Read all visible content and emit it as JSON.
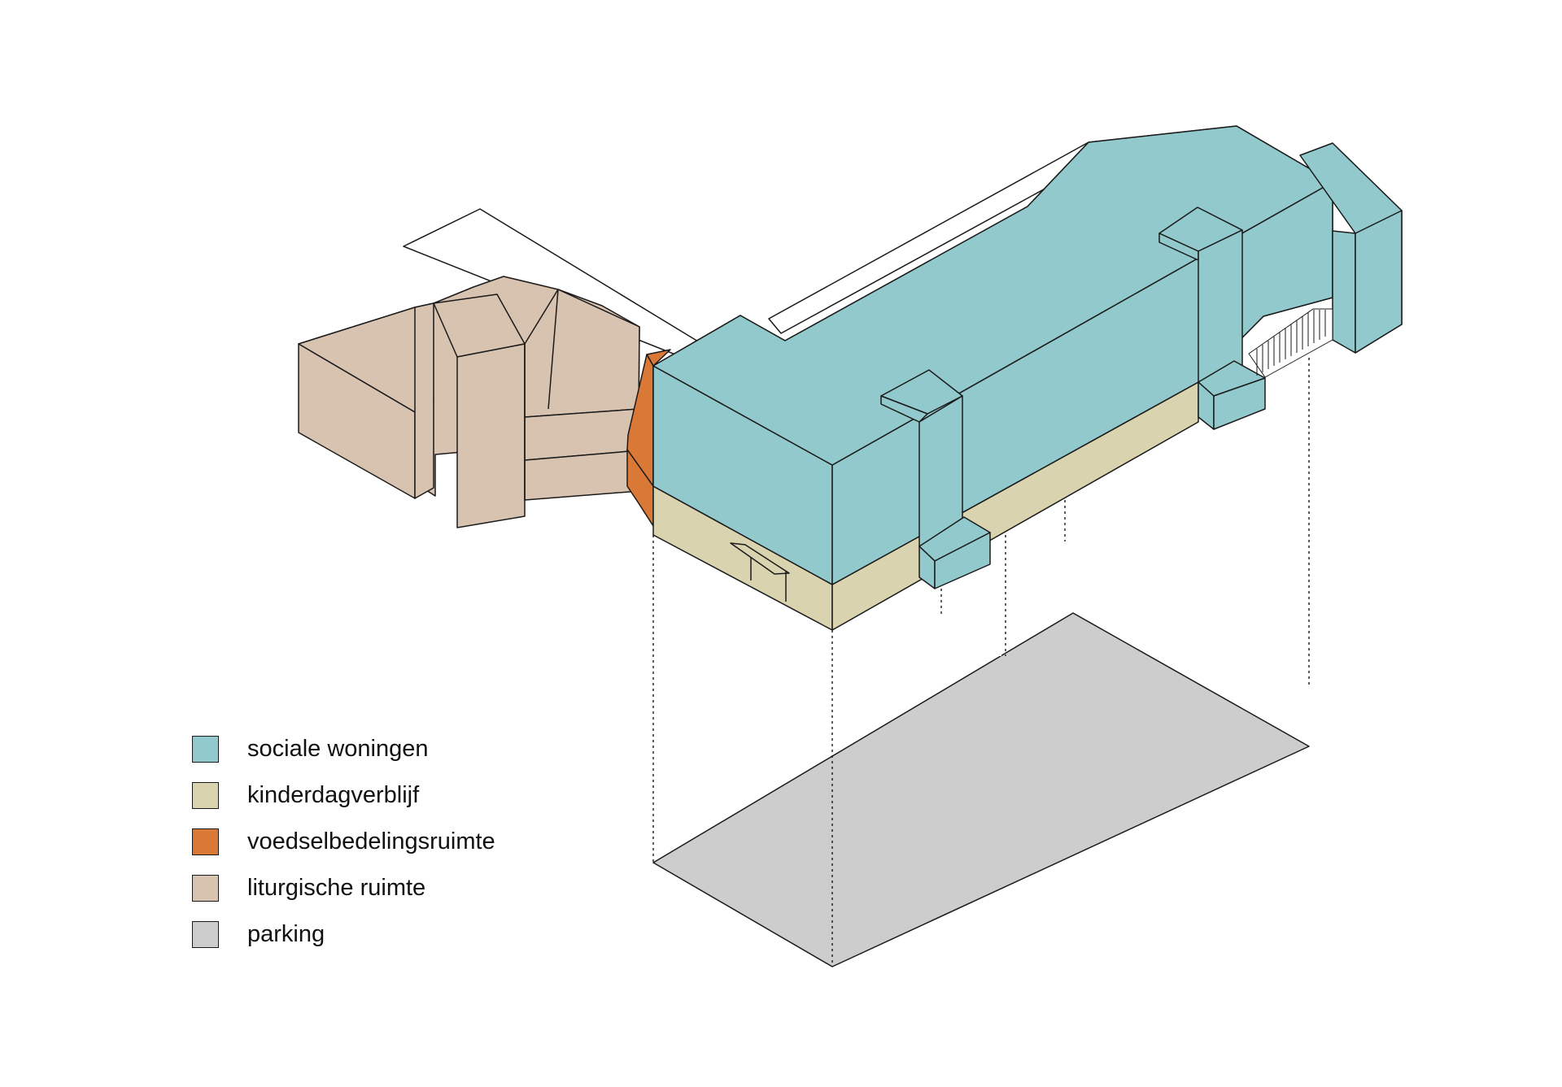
{
  "colors": {
    "sociale_woningen": "#91C9CC",
    "kinderdagverblijf": "#D9D3AF",
    "voedselbedelingsruimte": "#D97935",
    "liturgische_ruimte": "#D8C3B1",
    "parking": "#CDCDCD",
    "outline": "#1a1a1a"
  },
  "legend": [
    {
      "label": "sociale woningen",
      "color": "#91C9CC"
    },
    {
      "label": "kinderdagverblijf",
      "color": "#D9D3AF"
    },
    {
      "label": "voedselbedelingsruimte",
      "color": "#D97935"
    },
    {
      "label": "liturgische ruimte",
      "color": "#D8C3B1"
    },
    {
      "label": "parking",
      "color": "#CDCDCD"
    }
  ]
}
